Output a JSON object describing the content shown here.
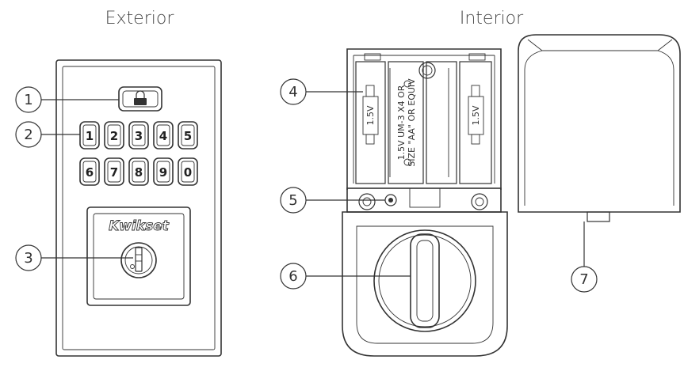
{
  "titles": {
    "exterior": "Exterior",
    "interior": "Interior"
  },
  "brand": "Kwikset",
  "keypad": {
    "row1": [
      "1",
      "2",
      "3",
      "4",
      "5"
    ],
    "row2": [
      "6",
      "7",
      "8",
      "9",
      "0"
    ],
    "lock_button_icon": "padlock-icon"
  },
  "battery_labels": {
    "left": "1.5V",
    "center_line1": "1.5V UM-3 X4 OR",
    "center_line2": "SIZE \"AA\" OR EQUIV",
    "right": "1.5V"
  },
  "callouts": [
    "1",
    "2",
    "3",
    "4",
    "5",
    "6",
    "7"
  ]
}
